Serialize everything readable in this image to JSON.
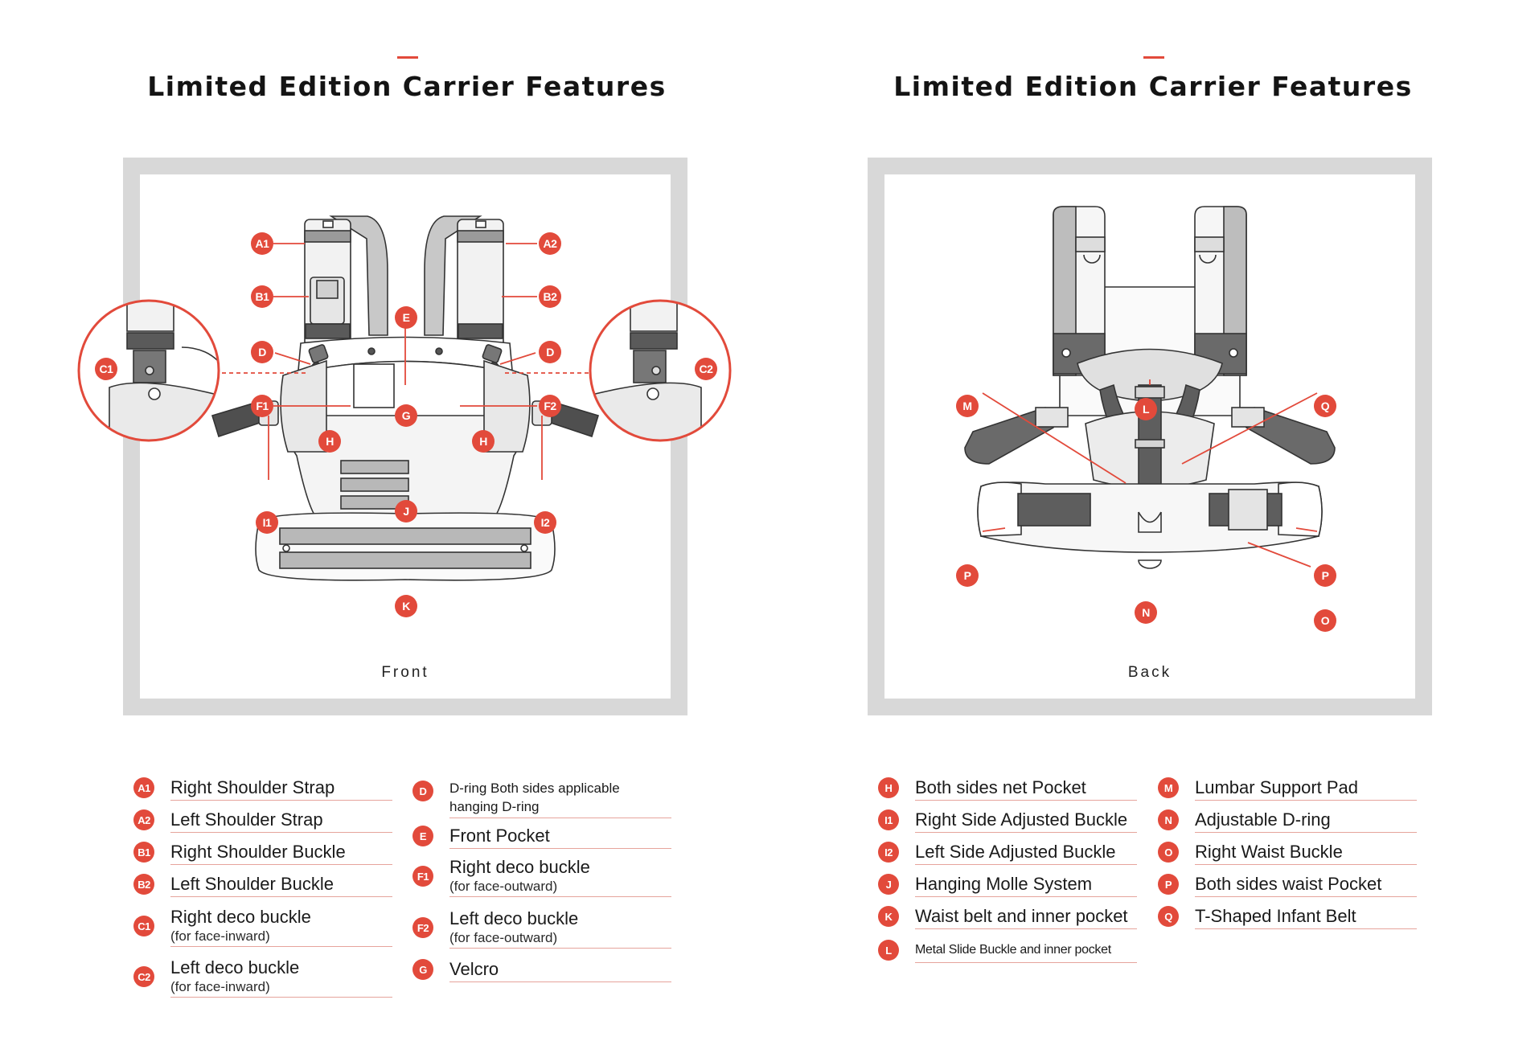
{
  "panels": {
    "front": {
      "title": "Limited Edition Carrier Features",
      "view_label": "Front"
    },
    "back": {
      "title": "Limited Edition Carrier Features",
      "view_label": "Back"
    }
  },
  "markers": {
    "A1": "A1",
    "A2": "A2",
    "B1": "B1",
    "B2": "B2",
    "C1": "C1",
    "C2": "C2",
    "D": "D",
    "E": "E",
    "F1": "F1",
    "F2": "F2",
    "G": "G",
    "H": "H",
    "I1": "I1",
    "I2": "I2",
    "J": "J",
    "K": "K",
    "L": "L",
    "M": "M",
    "N": "N",
    "O": "O",
    "P": "P",
    "Q": "Q"
  },
  "legend": {
    "col1": [
      {
        "code": "A1",
        "text": "Right Shoulder Strap",
        "sub": ""
      },
      {
        "code": "A2",
        "text": "Left Shoulder Strap",
        "sub": ""
      },
      {
        "code": "B1",
        "text": "Right Shoulder Buckle",
        "sub": ""
      },
      {
        "code": "B2",
        "text": "Left Shoulder Buckle",
        "sub": ""
      },
      {
        "code": "C1",
        "text": "Right deco buckle",
        "sub": "(for face-inward)"
      },
      {
        "code": "C2",
        "text": "Left deco buckle",
        "sub": "(for face-inward)"
      }
    ],
    "col2": [
      {
        "code": "D",
        "text": "D-ring Both sides applicable hanging D-ring",
        "sub": ""
      },
      {
        "code": "E",
        "text": "Front Pocket",
        "sub": ""
      },
      {
        "code": "F1",
        "text": "Right deco buckle",
        "sub": "(for face-outward)"
      },
      {
        "code": "F2",
        "text": "Left deco buckle",
        "sub": "(for face-outward)"
      },
      {
        "code": "G",
        "text": "Velcro",
        "sub": ""
      }
    ],
    "col3": [
      {
        "code": "H",
        "text": "Both sides net Pocket",
        "sub": ""
      },
      {
        "code": "I1",
        "text": "Right Side Adjusted Buckle",
        "sub": ""
      },
      {
        "code": "I2",
        "text": "Left Side Adjusted Buckle",
        "sub": ""
      },
      {
        "code": "J",
        "text": "Hanging Molle System",
        "sub": ""
      },
      {
        "code": "K",
        "text": "Waist belt and inner pocket",
        "sub": ""
      },
      {
        "code": "L",
        "text": "Metal Slide Buckle and inner pocket",
        "sub": ""
      }
    ],
    "col4": [
      {
        "code": "M",
        "text": "Lumbar Support Pad",
        "sub": ""
      },
      {
        "code": "N",
        "text": "Adjustable D-ring",
        "sub": ""
      },
      {
        "code": "O",
        "text": "Right Waist Buckle",
        "sub": ""
      },
      {
        "code": "P",
        "text": "Both sides waist Pocket",
        "sub": ""
      },
      {
        "code": "Q",
        "text": "T-Shaped Infant Belt",
        "sub": ""
      }
    ]
  },
  "colors": {
    "accent": "#e24a3b",
    "frame": "#d8d8d8",
    "strap_dark": "#6a6a6a",
    "strap_light": "#bdbdbd"
  }
}
